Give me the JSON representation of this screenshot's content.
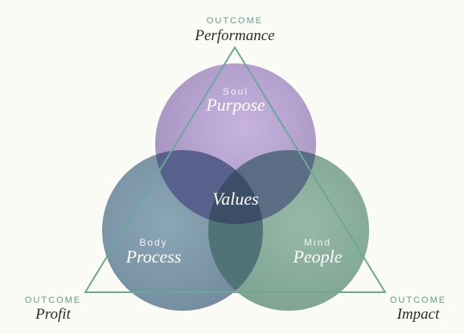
{
  "outcomes": {
    "top": {
      "kicker": "OUTCOME",
      "name": "Performance"
    },
    "left": {
      "kicker": "OUTCOME",
      "name": "Profit"
    },
    "right": {
      "kicker": "OUTCOME",
      "name": "Impact"
    }
  },
  "circles": {
    "soul": {
      "sub": "Soul",
      "name": "Purpose"
    },
    "body": {
      "sub": "Body",
      "name": "Process"
    },
    "mind": {
      "sub": "Mind",
      "name": "People"
    }
  },
  "center": {
    "label": "Values"
  },
  "colors": {
    "background": "#fbfbf6",
    "soul": "#b6a2cf",
    "body": "#7d98a8",
    "mind": "#88ad9d",
    "triangle": "#6aa896",
    "center": "#3c4d66"
  }
}
